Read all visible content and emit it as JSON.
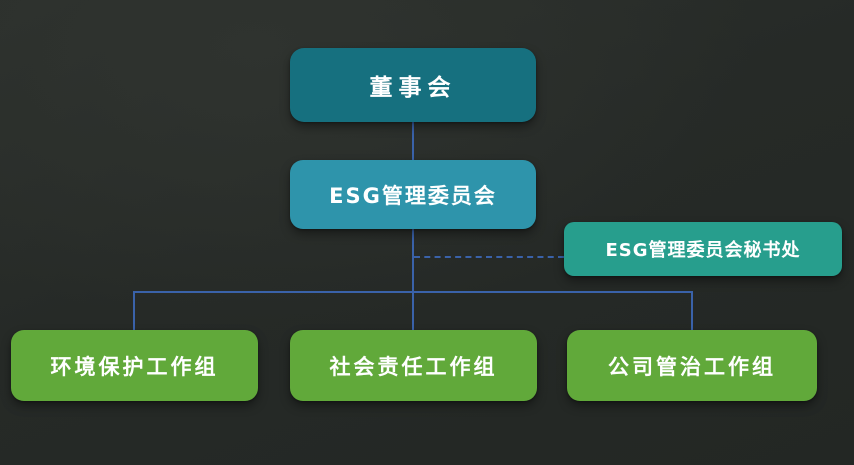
{
  "diagram": {
    "title": "ESG governance organization chart",
    "board": {
      "label": "董事会"
    },
    "committee": {
      "label": "ESG管理委员会"
    },
    "secretariat": {
      "label": "ESG管理委员会秘书处"
    },
    "groups": [
      {
        "label": "环境保护工作组"
      },
      {
        "label": "社会责任工作组"
      },
      {
        "label": "公司管治工作组"
      }
    ],
    "connections": [
      {
        "from": "board",
        "to": "committee",
        "style": "solid"
      },
      {
        "from": "committee",
        "to": "secretariat",
        "style": "dashed"
      },
      {
        "from": "committee",
        "to": "环境保护工作组",
        "style": "solid"
      },
      {
        "from": "committee",
        "to": "社会责任工作组",
        "style": "solid"
      },
      {
        "from": "committee",
        "to": "公司管治工作组",
        "style": "solid"
      }
    ]
  },
  "colors": {
    "root-box": "#16707f",
    "committee-box": "#2e94ab",
    "secretariat-box": "#279e8d",
    "group-box": "#61a93a",
    "line": "#3a62a9",
    "bg-dark": "#232724",
    "bg-light": "#2f332f",
    "text": "#ffffff"
  }
}
